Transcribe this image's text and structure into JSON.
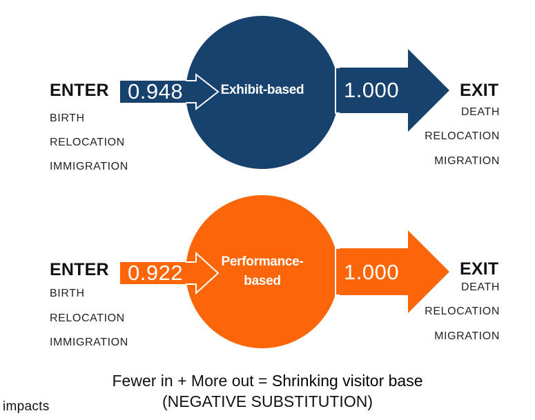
{
  "colors": {
    "exhibit": "#18426e",
    "performance": "#fb6708",
    "text": "#111111"
  },
  "exhibit": {
    "enter_heading": "ENTER",
    "enter_items": [
      "BIRTH",
      "RELOCATION",
      "IMMIGRATION"
    ],
    "in_value": "0.948",
    "label": "Exhibit-based",
    "out_value": "1.000",
    "exit_heading": "EXIT",
    "exit_items": [
      "DEATH",
      "RELOCATION",
      "MIGRATION"
    ]
  },
  "performance": {
    "enter_heading": "ENTER",
    "enter_items": [
      "BIRTH",
      "RELOCATION",
      "IMMIGRATION"
    ],
    "in_value": "0.922",
    "label_line1": "Performance-",
    "label_line2": "based",
    "out_value": "1.000",
    "exit_heading": "EXIT",
    "exit_items": [
      "DEATH",
      "RELOCATION",
      "MIGRATION"
    ]
  },
  "caption": {
    "line1_prefix": "Fewer in + More out = ",
    "line1_emphasis": "Shrinking visitor base",
    "line2": "(NEGATIVE SUBSTITUTION)"
  },
  "logo": {
    "text": "impacts"
  }
}
